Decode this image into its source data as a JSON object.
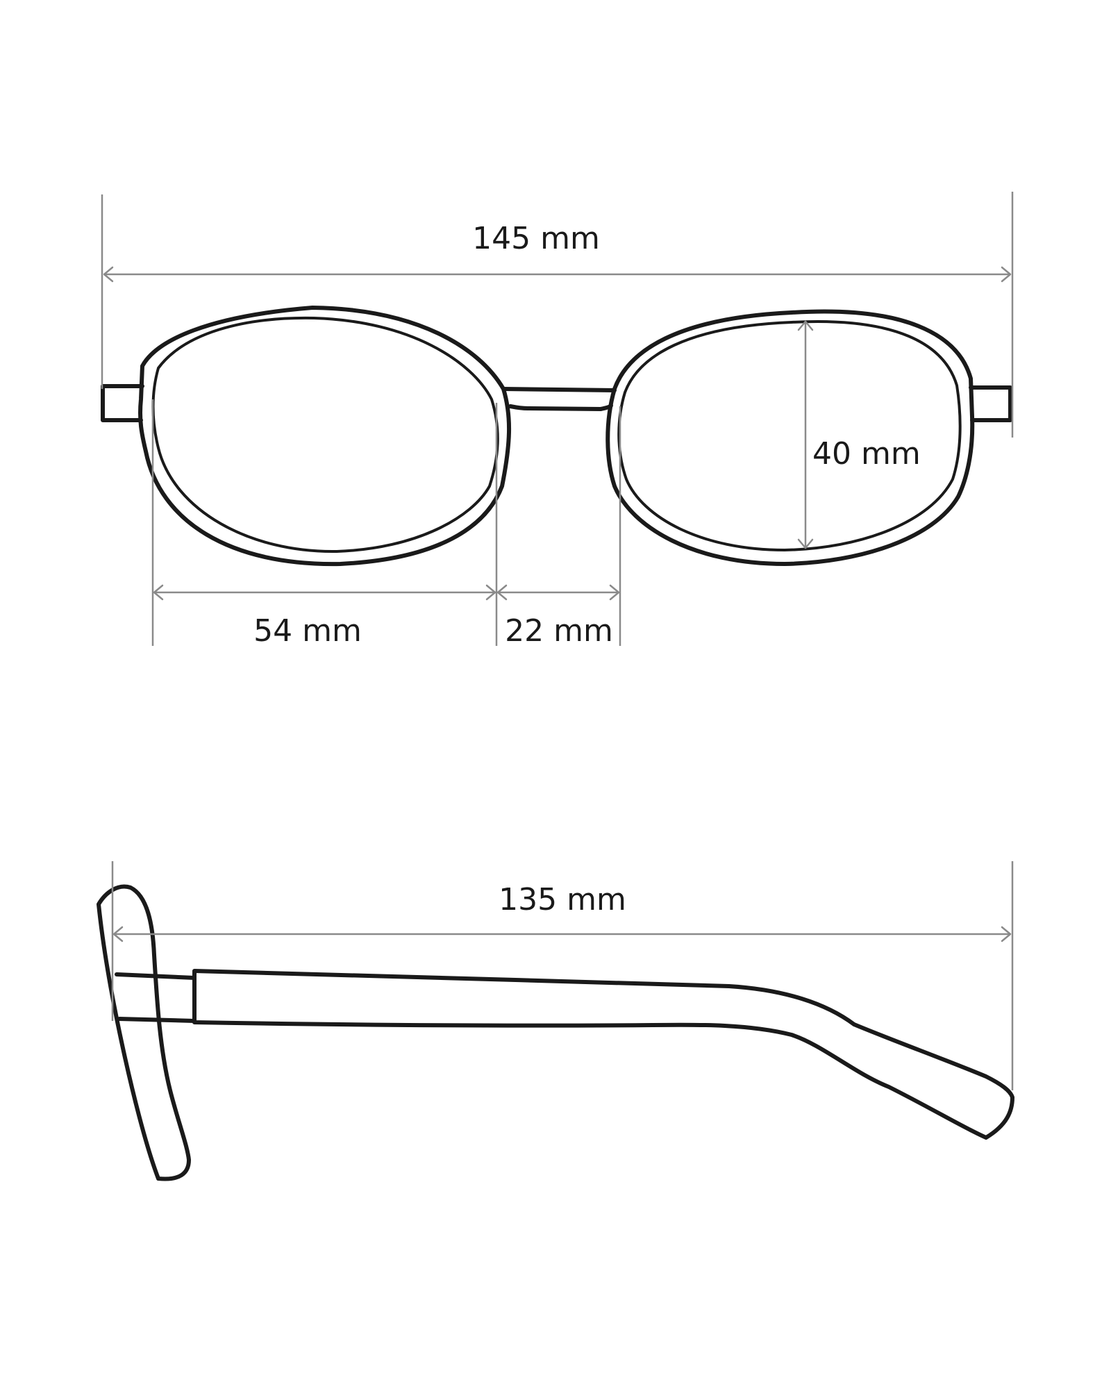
{
  "measurements": {
    "total_width": "145 mm",
    "lens_height": "40 mm",
    "lens_width": "54 mm",
    "bridge_width": "22 mm",
    "temple_length": "135 mm"
  },
  "colors": {
    "outline": "#1a1a1a",
    "dimension_line": "#8a8a8a",
    "background": "#ffffff"
  }
}
